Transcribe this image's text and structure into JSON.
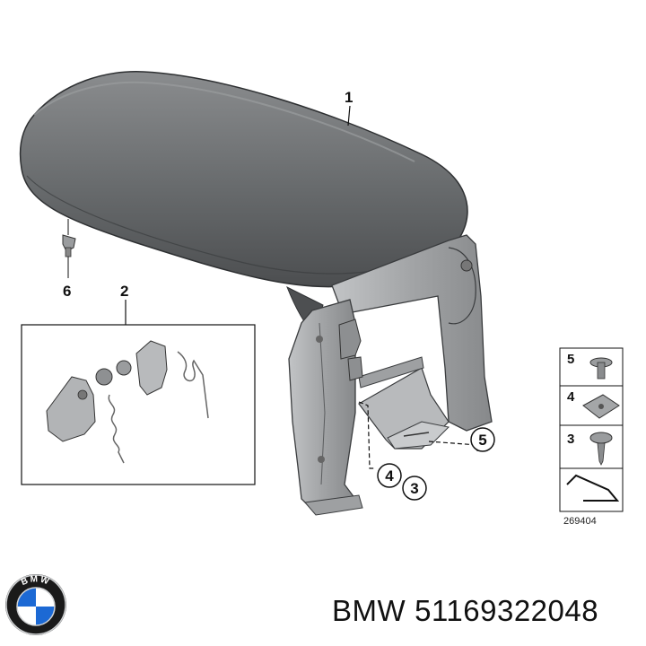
{
  "callouts": {
    "part1": "1",
    "part2": "2",
    "part3": "3",
    "part4": "4",
    "part5": "5",
    "part6": "6"
  },
  "legend": {
    "items": [
      "5",
      "4",
      "3"
    ],
    "diagram_ref": "269404"
  },
  "brand": {
    "manufacturer": "BMW",
    "part_number": "51169322048",
    "logo_letters": "BMW"
  },
  "colors": {
    "cushion": "#6b6d6f",
    "bracket": "#a9abad",
    "line": "#111111",
    "logo_blue": "#1c69d4"
  }
}
